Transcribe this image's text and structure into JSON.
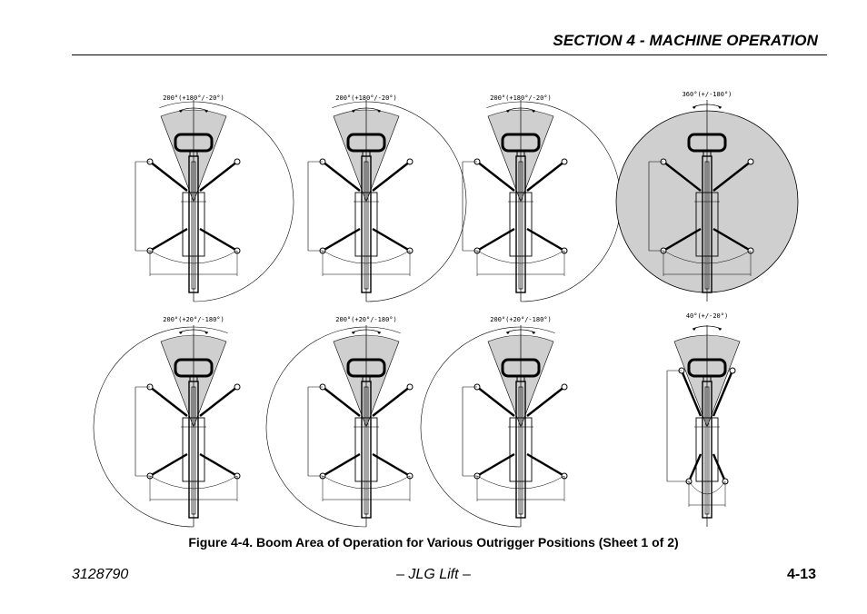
{
  "header": {
    "title": "SECTION 4 - MACHINE OPERATION"
  },
  "figure": {
    "caption": "Figure 4-4. Boom Area of Operation for Various Outrigger Positions (Sheet 1 of 2)",
    "diagrams": [
      {
        "rotation_label": "200°(+180°/-20°)",
        "sector_shading": "front-wedge",
        "outriggers": "full",
        "outline": "right-arc"
      },
      {
        "rotation_label": "200°(+180°/-20°)",
        "sector_shading": "front-wedge",
        "outriggers": "full",
        "outline": "right-arc"
      },
      {
        "rotation_label": "200°(+180°/-20°)",
        "sector_shading": "front-wedge",
        "outriggers": "full",
        "outline": "right-arc"
      },
      {
        "rotation_label": "360°(+/-180°)",
        "sector_shading": "full-circle",
        "outriggers": "full",
        "outline": "full-circle"
      },
      {
        "rotation_label": "200°(+20°/-180°)",
        "sector_shading": "front-wedge",
        "outriggers": "full",
        "outline": "left-arc"
      },
      {
        "rotation_label": "200°(+20°/-180°)",
        "sector_shading": "front-wedge",
        "outriggers": "full",
        "outline": "left-arc"
      },
      {
        "rotation_label": "200°(+20°/-180°)",
        "sector_shading": "front-wedge",
        "outriggers": "full",
        "outline": "left-arc"
      },
      {
        "rotation_label": "40°(+/-20°)",
        "sector_shading": "front-wedge",
        "outriggers": "narrow",
        "outline": "none"
      }
    ]
  },
  "footer": {
    "doc_number": "3128790",
    "center": "– JLG Lift –",
    "page": "4-13"
  },
  "colors": {
    "shade": "#cfcfcf",
    "line": "#000000"
  }
}
